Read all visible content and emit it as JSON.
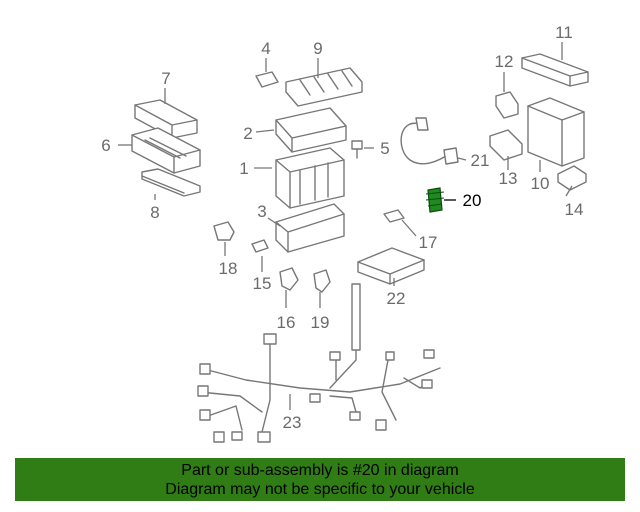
{
  "diagram": {
    "callouts": [
      {
        "id": "1",
        "label": "1"
      },
      {
        "id": "2",
        "label": "2"
      },
      {
        "id": "3",
        "label": "3"
      },
      {
        "id": "4",
        "label": "4"
      },
      {
        "id": "5",
        "label": "5"
      },
      {
        "id": "6",
        "label": "6"
      },
      {
        "id": "7",
        "label": "7"
      },
      {
        "id": "8",
        "label": "8"
      },
      {
        "id": "9",
        "label": "9"
      },
      {
        "id": "10",
        "label": "10"
      },
      {
        "id": "11",
        "label": "11"
      },
      {
        "id": "12",
        "label": "12"
      },
      {
        "id": "13",
        "label": "13"
      },
      {
        "id": "14",
        "label": "14"
      },
      {
        "id": "15",
        "label": "15"
      },
      {
        "id": "16",
        "label": "16"
      },
      {
        "id": "17",
        "label": "17"
      },
      {
        "id": "18",
        "label": "18"
      },
      {
        "id": "19",
        "label": "19"
      },
      {
        "id": "20",
        "label": "20",
        "highlighted": true
      },
      {
        "id": "21",
        "label": "21"
      },
      {
        "id": "22",
        "label": "22"
      },
      {
        "id": "23",
        "label": "23"
      }
    ],
    "highlight_color": "#1f8a1f",
    "line_color": "#777777"
  },
  "banner": {
    "line1": "Part or sub-assembly is #20 in diagram",
    "line2": "Diagram may not be specific to your vehicle",
    "background": "#2f7d14"
  }
}
